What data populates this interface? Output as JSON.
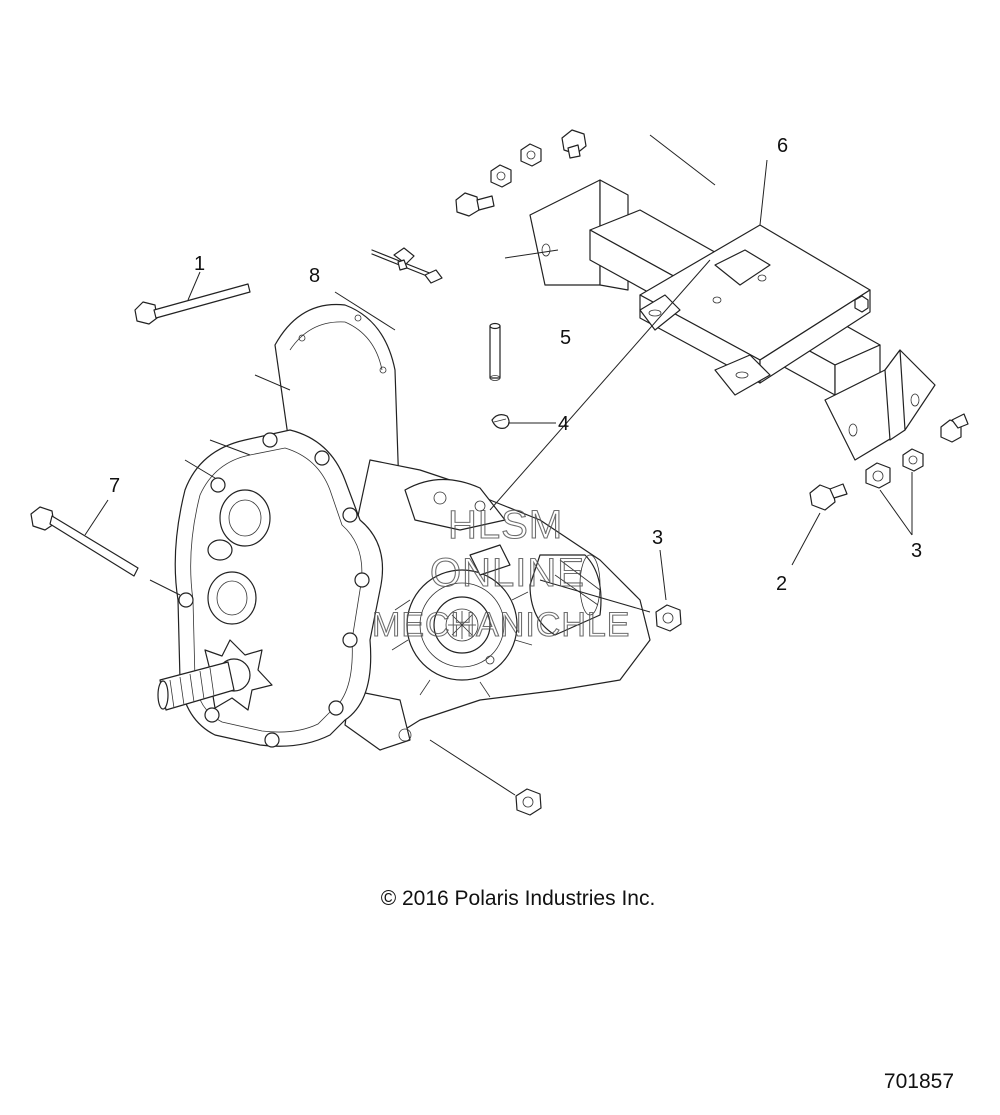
{
  "callouts": {
    "c1": "1",
    "c2": "2",
    "c3a": "3",
    "c3b": "3",
    "c4": "4",
    "c5": "5",
    "c6": "6",
    "c7": "7",
    "c8": "8"
  },
  "watermark": {
    "line1": "HLSM",
    "line2": "ONLINE",
    "line3": "MECHANICHLE"
  },
  "copyright": "© 2016 Polaris Industries Inc.",
  "document_number": "701857"
}
